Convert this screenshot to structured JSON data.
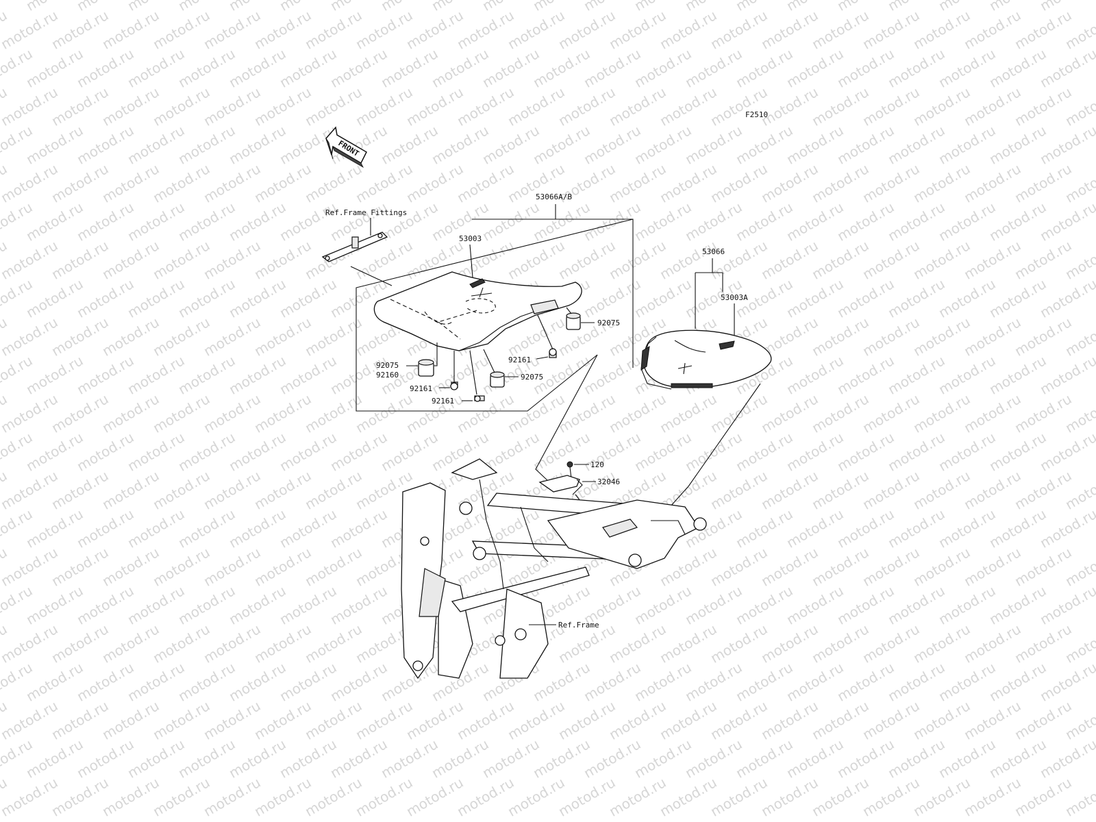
{
  "diagram_id": "F2510",
  "front_arrow_label": "FRONT",
  "watermark": "motod.ru",
  "labels": {
    "ref_frame_fittings": "Ref.Frame Fittings",
    "seat_assy": "53066A/B",
    "seat_cover": "53003",
    "damper_a": "92075",
    "damper_b": "92075",
    "damper_c": "92075",
    "collar": "92160",
    "bolt_a": "92161",
    "bolt_b": "92161",
    "bolt_c": "92161",
    "rear_seat": "53066",
    "rear_seat_cover": "53003A",
    "screw": "120",
    "bracket": "32046",
    "ref_frame": "Ref.Frame"
  }
}
